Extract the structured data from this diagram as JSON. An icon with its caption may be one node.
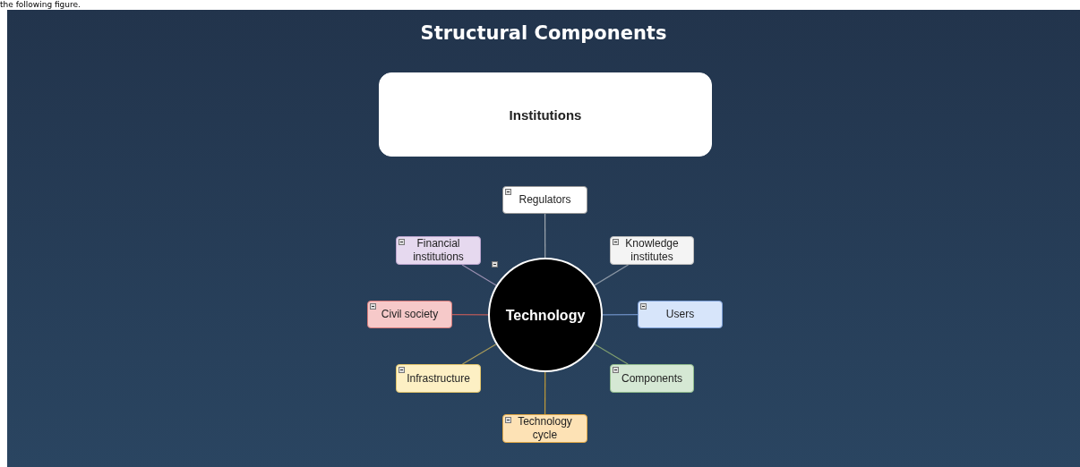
{
  "diagram": {
    "title": "Structural Components",
    "nodes": [
      {
        "text": [
          "Institutions"
        ]
      },
      {
        "text": [
          "Regulators"
        ]
      },
      {
        "text": [
          "Financial institutions"
        ]
      },
      {
        "text": [
          "Knowledge institutes"
        ]
      },
      {
        "text": [
          "Technology"
        ]
      },
      {
        "text": [
          "Civil society"
        ]
      },
      {
        "text": [
          "Users"
        ]
      },
      {
        "text": [
          "Infrastructure"
        ]
      },
      {
        "text": [
          "Components"
        ]
      },
      {
        "text": [
          "Technology cycle"
        ]
      }
    ],
    "edges": [
      {
        "from": 4,
        "to": 1,
        "arrow": "none",
        "color": "#a0a8b0"
      },
      {
        "from": 4,
        "to": 2,
        "arrow": "none",
        "color": "#9a8fb0"
      },
      {
        "from": 4,
        "to": 3,
        "arrow": "none",
        "color": "#8a96a4"
      },
      {
        "from": 4,
        "to": 5,
        "arrow": "none",
        "color": "#b85a5a"
      },
      {
        "from": 4,
        "to": 6,
        "arrow": "none",
        "color": "#6d8fc4"
      },
      {
        "from": 4,
        "to": 7,
        "arrow": "none",
        "color": "#a89a5a"
      },
      {
        "from": 4,
        "to": 8,
        "arrow": "none",
        "color": "#7f9e6f"
      },
      {
        "from": 4,
        "to": 9,
        "arrow": "none",
        "color": "#c09a3a"
      }
    ],
    "labels": [
      "the following figure."
    ]
  }
}
